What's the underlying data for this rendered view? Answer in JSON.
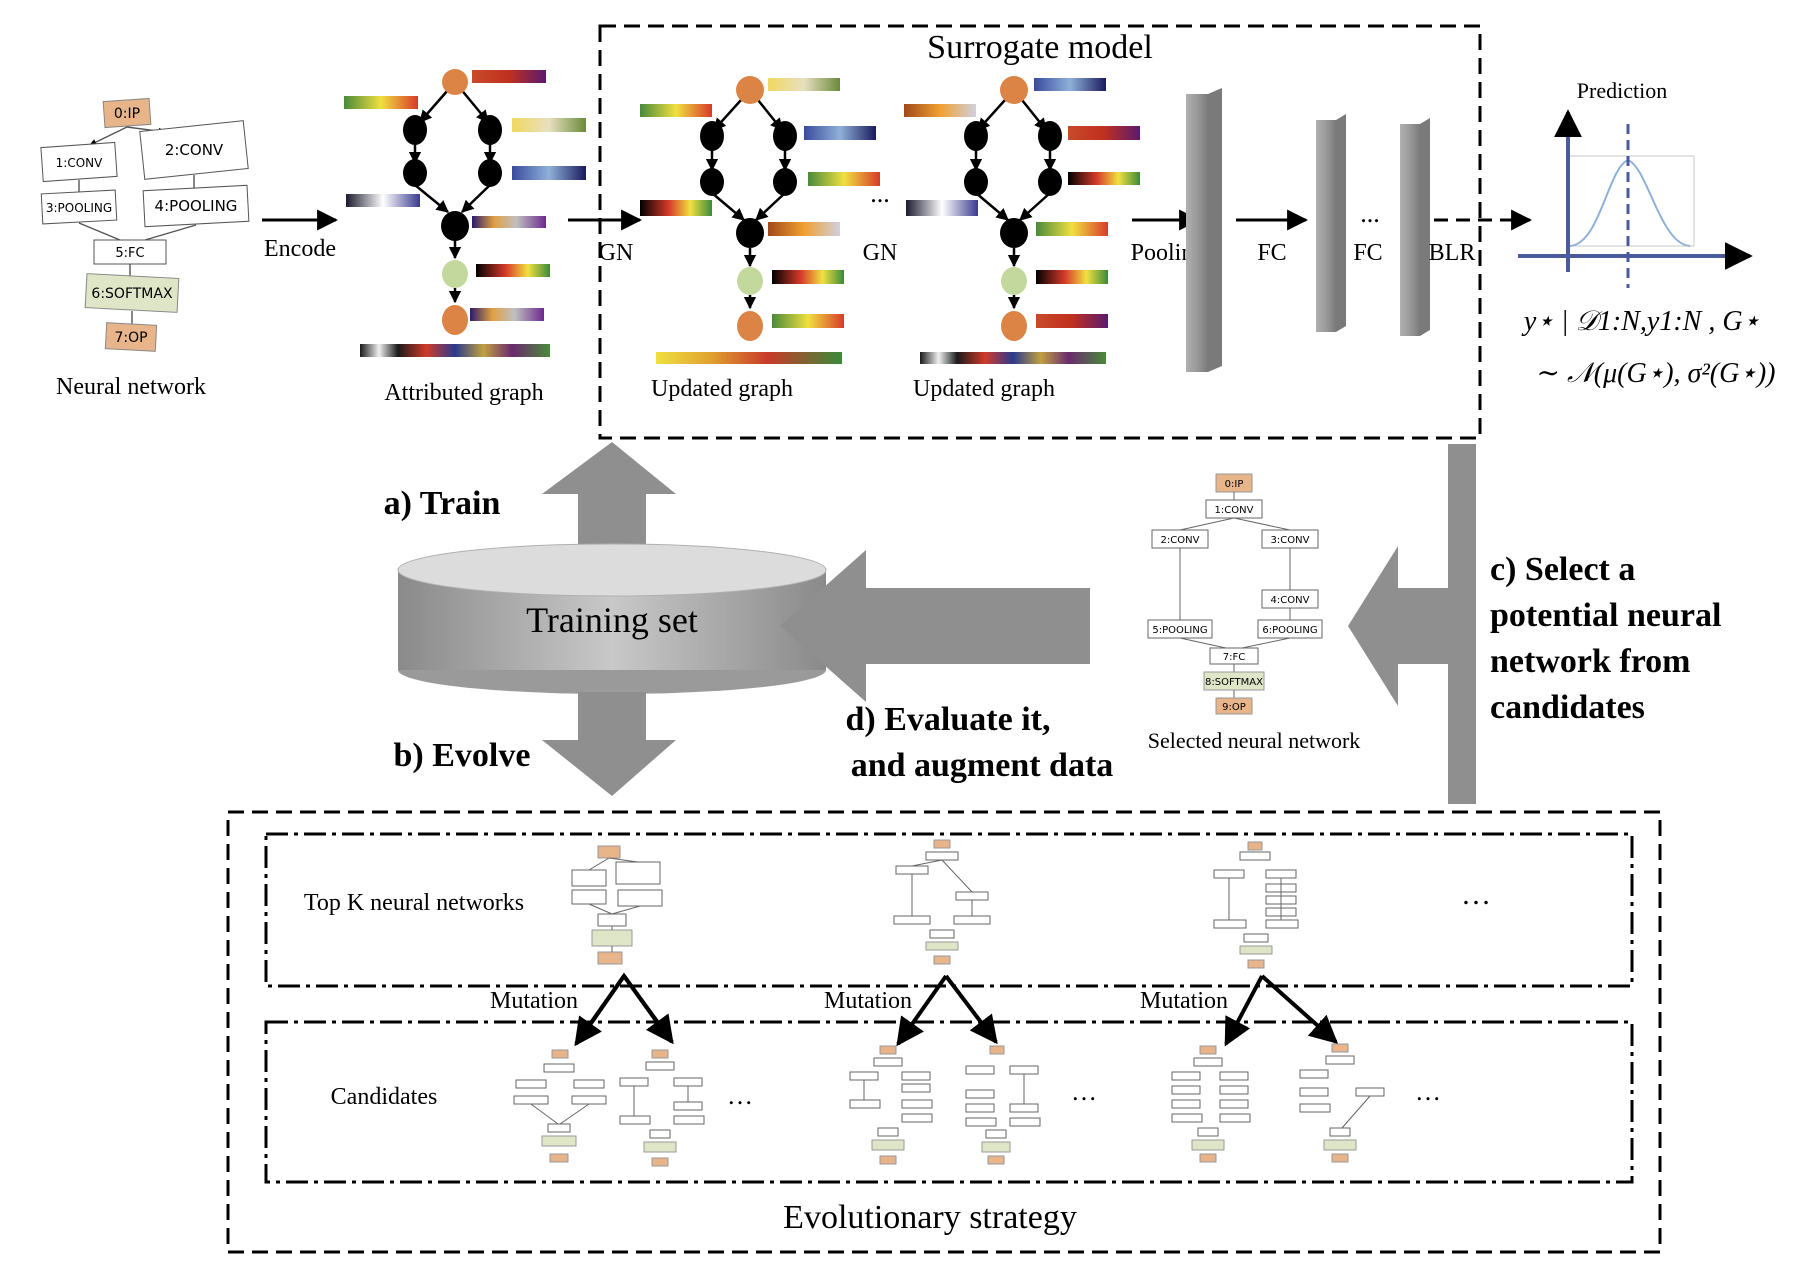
{
  "colors": {
    "ip_node": "#e8b48a",
    "softmax_node": "#dfe6c8",
    "graph_orange": "#dc8446",
    "graph_black": "#000000",
    "graph_green": "#c2d89c",
    "gray_block": "#a0a0a0",
    "dark_gray": "#8f8f8f",
    "axis_blue": "#4a5a9c",
    "curve_blue": "#8fb1d8"
  },
  "top_nn": {
    "caption": "Neural network",
    "nodes": [
      "0:IP",
      "1:CONV",
      "2:CONV",
      "3:POOLING",
      "4:POOLING",
      "5:FC",
      "6:SOFTMAX",
      "7:OP"
    ]
  },
  "encode_label": "Encode",
  "attributed_caption": "Attributed graph",
  "surrogate": {
    "title": "Surrogate model",
    "gn_label_1": "GN",
    "gn_label_2": "GN",
    "updated_caption_1": "Updated graph",
    "updated_caption_2": "Updated graph",
    "ellipsis": "...",
    "pooling_label": "Pooling",
    "fc_label_1": "FC",
    "fc_label_2": "FC",
    "blr_label": "BLR"
  },
  "prediction": {
    "title": "Prediction",
    "formula_line1": "y⋆ | 𝒟1:N,y1:N , G⋆",
    "formula_line2": "∼ 𝒩(μ(G⋆), σ²(G⋆))"
  },
  "training_set_label": "Training set",
  "step_a": "a) Train",
  "step_b": "b) Evolve",
  "step_c": [
    "c) Select a",
    "potential neural",
    "network from",
    "candidates"
  ],
  "step_d": [
    "d) Evaluate it,",
    "and augment data"
  ],
  "selected_nn": {
    "caption": "Selected neural network",
    "nodes": [
      "0:IP",
      "1:CONV",
      "2:CONV",
      "3:CONV",
      "4:CONV",
      "5:POOLING",
      "6:POOLING",
      "7:FC",
      "8:SOFTMAX",
      "9:OP"
    ]
  },
  "evolution": {
    "title": "Evolutionary strategy",
    "top_k_label": "Top K neural networks",
    "candidates_label": "Candidates",
    "mutation_label": "Mutation",
    "ellipsis": "…"
  }
}
